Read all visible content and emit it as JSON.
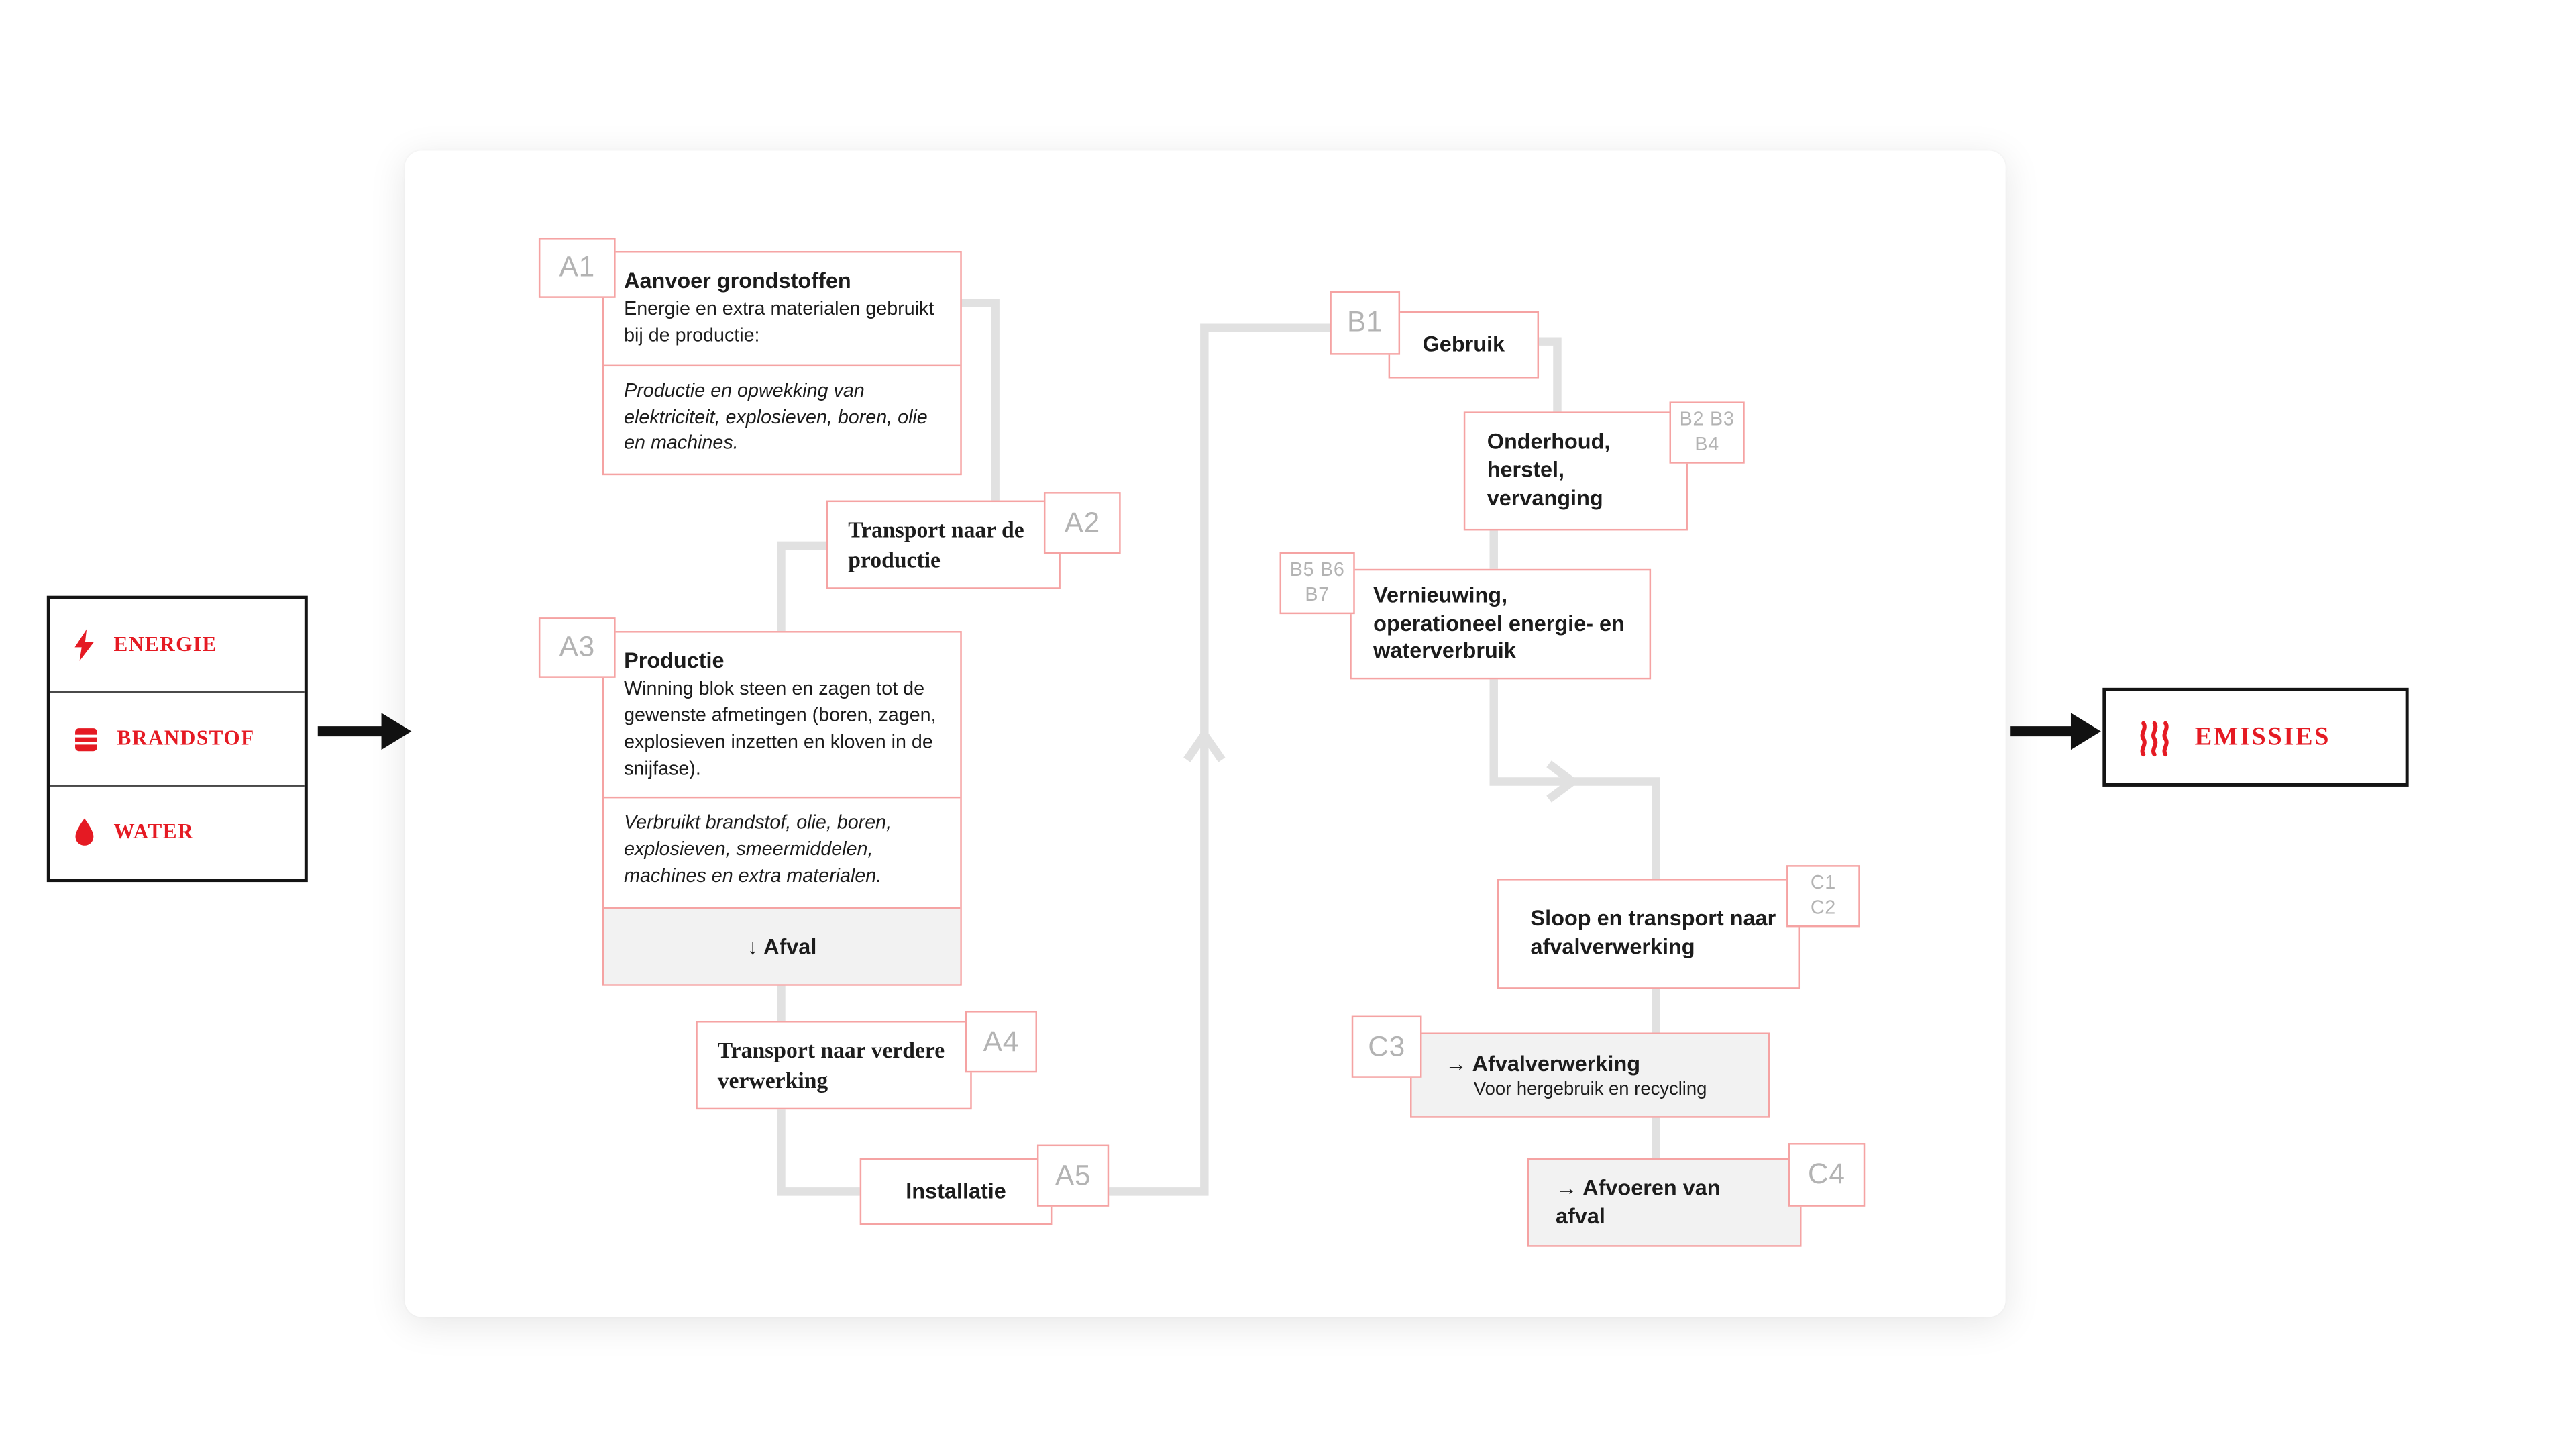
{
  "colors": {
    "accent": "#e51a23",
    "pink": "#f5a3a3",
    "line": "#e1e1e1",
    "muted": "#b3b3b3",
    "fill": "#f2f2f2",
    "ink": "#1c1c1c"
  },
  "inputs": {
    "items": [
      {
        "label": "ENERGIE",
        "icon": "lightning-icon"
      },
      {
        "label": "BRANDSTOF",
        "icon": "fuel-barrel-icon"
      },
      {
        "label": "WATER",
        "icon": "water-drop-icon"
      }
    ]
  },
  "output": {
    "label": "EMISSIES",
    "icon": "heat-waves-icon"
  },
  "stages": {
    "a1": {
      "code": "A1",
      "title": "Aanvoer grondstoffen",
      "body": "Energie en extra materialen gebruikt bij de productie:",
      "note": "Productie en opwekking van elektriciteit, explosieven, boren, olie en machines."
    },
    "a2": {
      "code": "A2",
      "title": "Transport naar de productie"
    },
    "a3": {
      "code": "A3",
      "title": "Productie",
      "body": "Winning blok steen en zagen tot de gewenste afmetingen (boren, zagen, explosieven inzetten  en kloven in de snijfase).",
      "note": "Verbruikt brandstof, olie, boren, explosieven, smeermiddelen, machines en extra materialen.",
      "waste": "↓ Afval"
    },
    "a4": {
      "code": "A4",
      "title": "Transport naar verdere verwerking"
    },
    "a5": {
      "code": "A5",
      "title": "Installatie"
    },
    "b1": {
      "code": "B1",
      "title": "Gebruik"
    },
    "b234": {
      "code": "B2 B3\nB4",
      "title": "Onderhoud, herstel, vervanging"
    },
    "b567": {
      "code": "B5 B6\nB7",
      "title": "Vernieuwing, operationeel energie- en waterverbruik"
    },
    "c12": {
      "code": "C1\nC2",
      "title": "Sloop en transport naar afvalverwerking"
    },
    "c3": {
      "code": "C3",
      "title": "→ Afvalverwerking",
      "body": "Voor hergebruik en recycling"
    },
    "c4": {
      "code": "C4",
      "title": "→ Afvoeren van afval"
    }
  }
}
